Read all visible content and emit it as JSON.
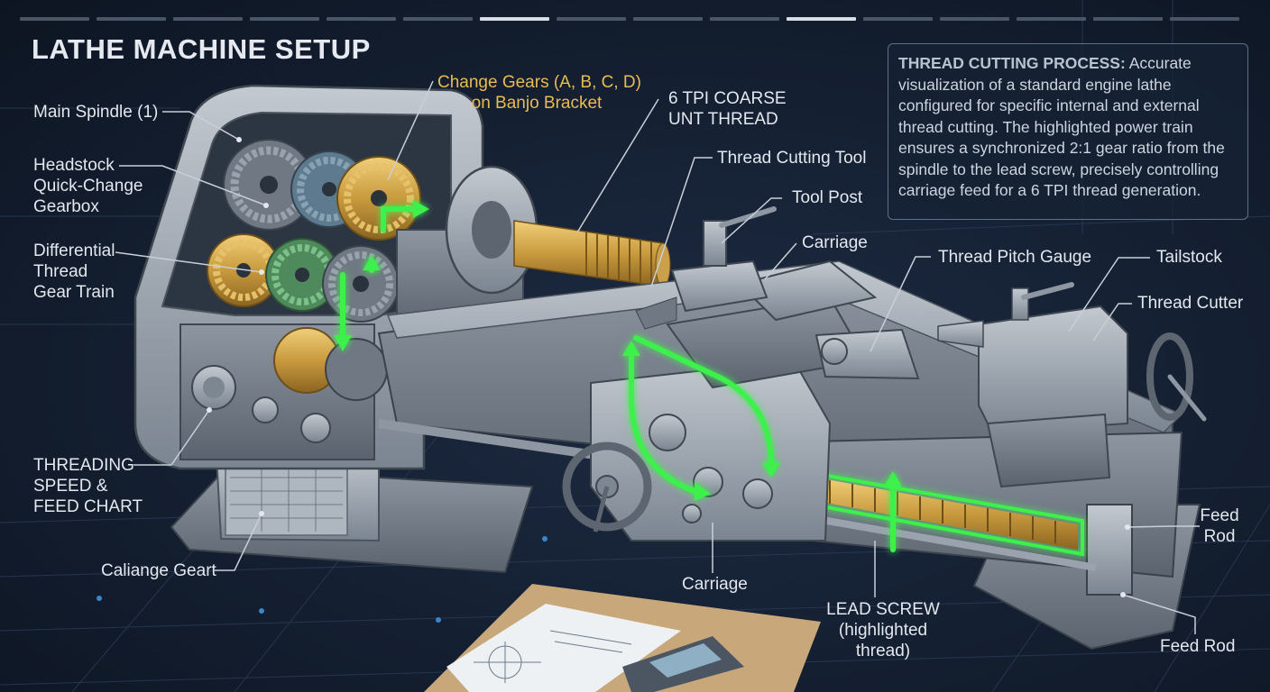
{
  "title": "LATHE MACHINE SETUP",
  "progress": {
    "total": 16,
    "active": [
      6,
      10
    ]
  },
  "info_panel": {
    "heading": "THREAD CUTTING PROCESS:",
    "body": " Accurate visualization of a standard engine lathe configured for specific internal and external thread cutting. The highlighted power train ensures a synchronized 2:1 gear ratio from the spindle to the lead screw, precisely controlling carriage feed for a 6 TPI thread generation."
  },
  "labels": {
    "main_spindle": "Main Spindle (1)",
    "headstock_1": "Headstock",
    "headstock_2": "Quick-Change",
    "headstock_3": "Gearbox",
    "differential_1": "Differential",
    "differential_2": "Thread",
    "differential_3": "Gear Train",
    "threading_1": "THREADING",
    "threading_2": "SPEED &",
    "threading_3": "FEED CHART",
    "caliange": "Caliange Geart",
    "change_gears_1": "Change Gears (A, B, C, D)",
    "change_gears_2": "on Banjo Bracket",
    "tpi_1": "6 TPI COARSE",
    "tpi_2": "UNT THREAD",
    "thread_tool": "Thread Cutting Tool",
    "tool_post": "Tool Post",
    "carriage_top": "Carriage",
    "pitch_gauge": "Thread Pitch Gauge",
    "tailstock": "Tailstock",
    "thread_cutter": "Thread Cutter",
    "feed_rod_1a": "Feed",
    "feed_rod_1b": "Rod",
    "feed_rod_2": "Feed Rod",
    "carriage_bottom": "Carriage",
    "lead_screw_1": "LEAD SCREW",
    "lead_screw_2": "(highlighted",
    "lead_screw_3": "thread)"
  },
  "colors": {
    "accent_green": "#3df04c",
    "gold": "#e8bb55",
    "steel": "#9aa3ad",
    "background": "#141f31"
  }
}
